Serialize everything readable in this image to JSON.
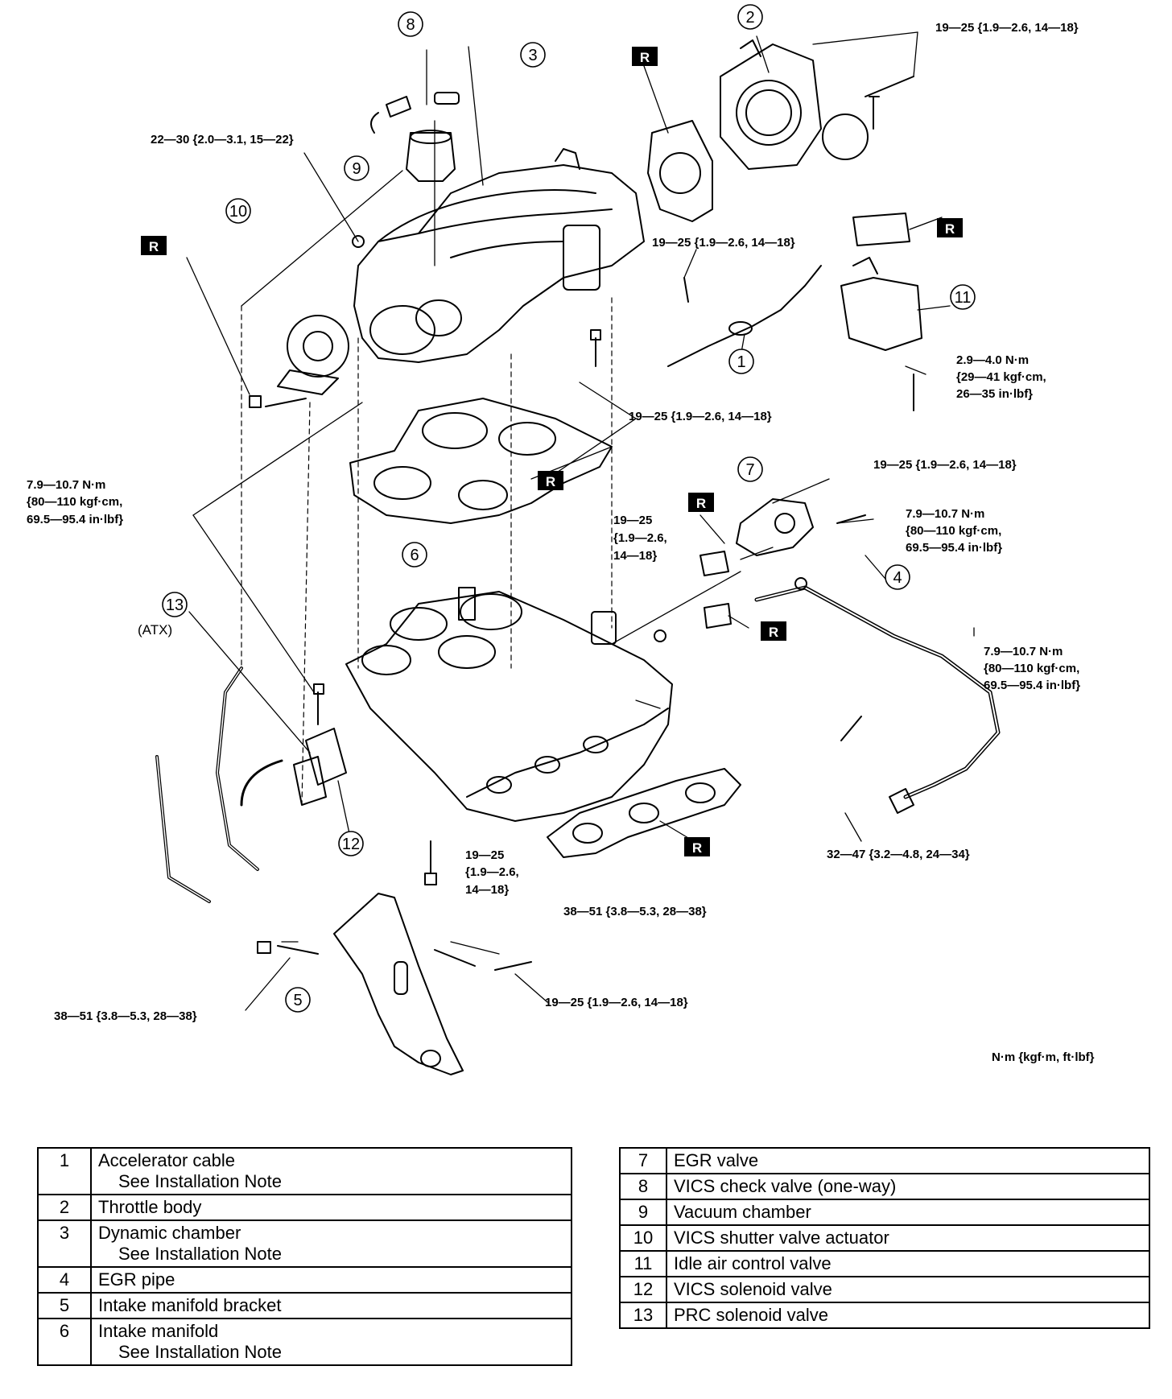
{
  "callouts": {
    "c1": "1",
    "c2": "2",
    "c3": "3",
    "c4": "4",
    "c5": "5",
    "c6": "6",
    "c7": "7",
    "c8": "8",
    "c9": "9",
    "c10": "10",
    "c11": "11",
    "c12": "12",
    "c13": "13",
    "atx": "(ATX)"
  },
  "replace_mark": "R",
  "torques": {
    "t_throttle": "19—25 {1.9—2.6, 14—18}",
    "t_chamber_left": "22—30 {2.0—3.1, 15—22}",
    "t_bracket_top": "19—25 {1.9—2.6, 14—18}",
    "t_iac_1": "2.9—4.0 N·m",
    "t_iac_2": "{29—41 kgf·cm,",
    "t_iac_3": "26—35 in·lbf}",
    "t_mid": "19—25 {1.9—2.6, 14—18}",
    "t_left_1": "7.9—10.7 N·m",
    "t_left_2": "{80—110 kgf·cm,",
    "t_left_3": "69.5—95.4 in·lbf}",
    "t_egr_valve": "19—25 {1.9—2.6, 14—18}",
    "t_egr_mid_1": "7.9—10.7 N·m",
    "t_egr_mid_2": "{80—110 kgf·cm,",
    "t_egr_mid_3": "69.5—95.4 in·lbf}",
    "t_center_1": "19—25",
    "t_center_2": "{1.9—2.6,",
    "t_center_3": "14—18}",
    "t_pipe_1": "7.9—10.7 N·m",
    "t_pipe_2": "{80—110 kgf·cm,",
    "t_pipe_3": "69.5—95.4 in·lbf}",
    "t_bottom_bolt_1": "19—25",
    "t_bottom_bolt_2": "{1.9—2.6,",
    "t_bottom_bolt_3": "14—18}",
    "t_pipe_nut": "32—47 {3.2—4.8, 24—34}",
    "t_bracket_upper": "38—51 {3.8—5.3, 28—38}",
    "t_bracket_left": "38—51 {3.8—5.3, 28—38}",
    "t_bracket_right": "19—25 {1.9—2.6, 14—18}",
    "units": "N·m {kgf·m, ft·lbf}"
  },
  "parts_left": [
    {
      "num": "1",
      "name": "Accelerator cable",
      "note": "See Installation Note"
    },
    {
      "num": "2",
      "name": "Throttle body",
      "note": ""
    },
    {
      "num": "3",
      "name": "Dynamic chamber",
      "note": "See Installation Note"
    },
    {
      "num": "4",
      "name": "EGR pipe",
      "note": ""
    },
    {
      "num": "5",
      "name": "Intake manifold bracket",
      "note": ""
    },
    {
      "num": "6",
      "name": "Intake manifold",
      "note": "See Installation Note"
    }
  ],
  "parts_right": [
    {
      "num": "7",
      "name": "EGR valve"
    },
    {
      "num": "8",
      "name": "VICS check valve (one-way)"
    },
    {
      "num": "9",
      "name": "Vacuum chamber"
    },
    {
      "num": "10",
      "name": "VICS shutter valve actuator"
    },
    {
      "num": "11",
      "name": "Idle air control valve"
    },
    {
      "num": "12",
      "name": "VICS solenoid valve"
    },
    {
      "num": "13",
      "name": "PRC solenoid valve"
    }
  ]
}
